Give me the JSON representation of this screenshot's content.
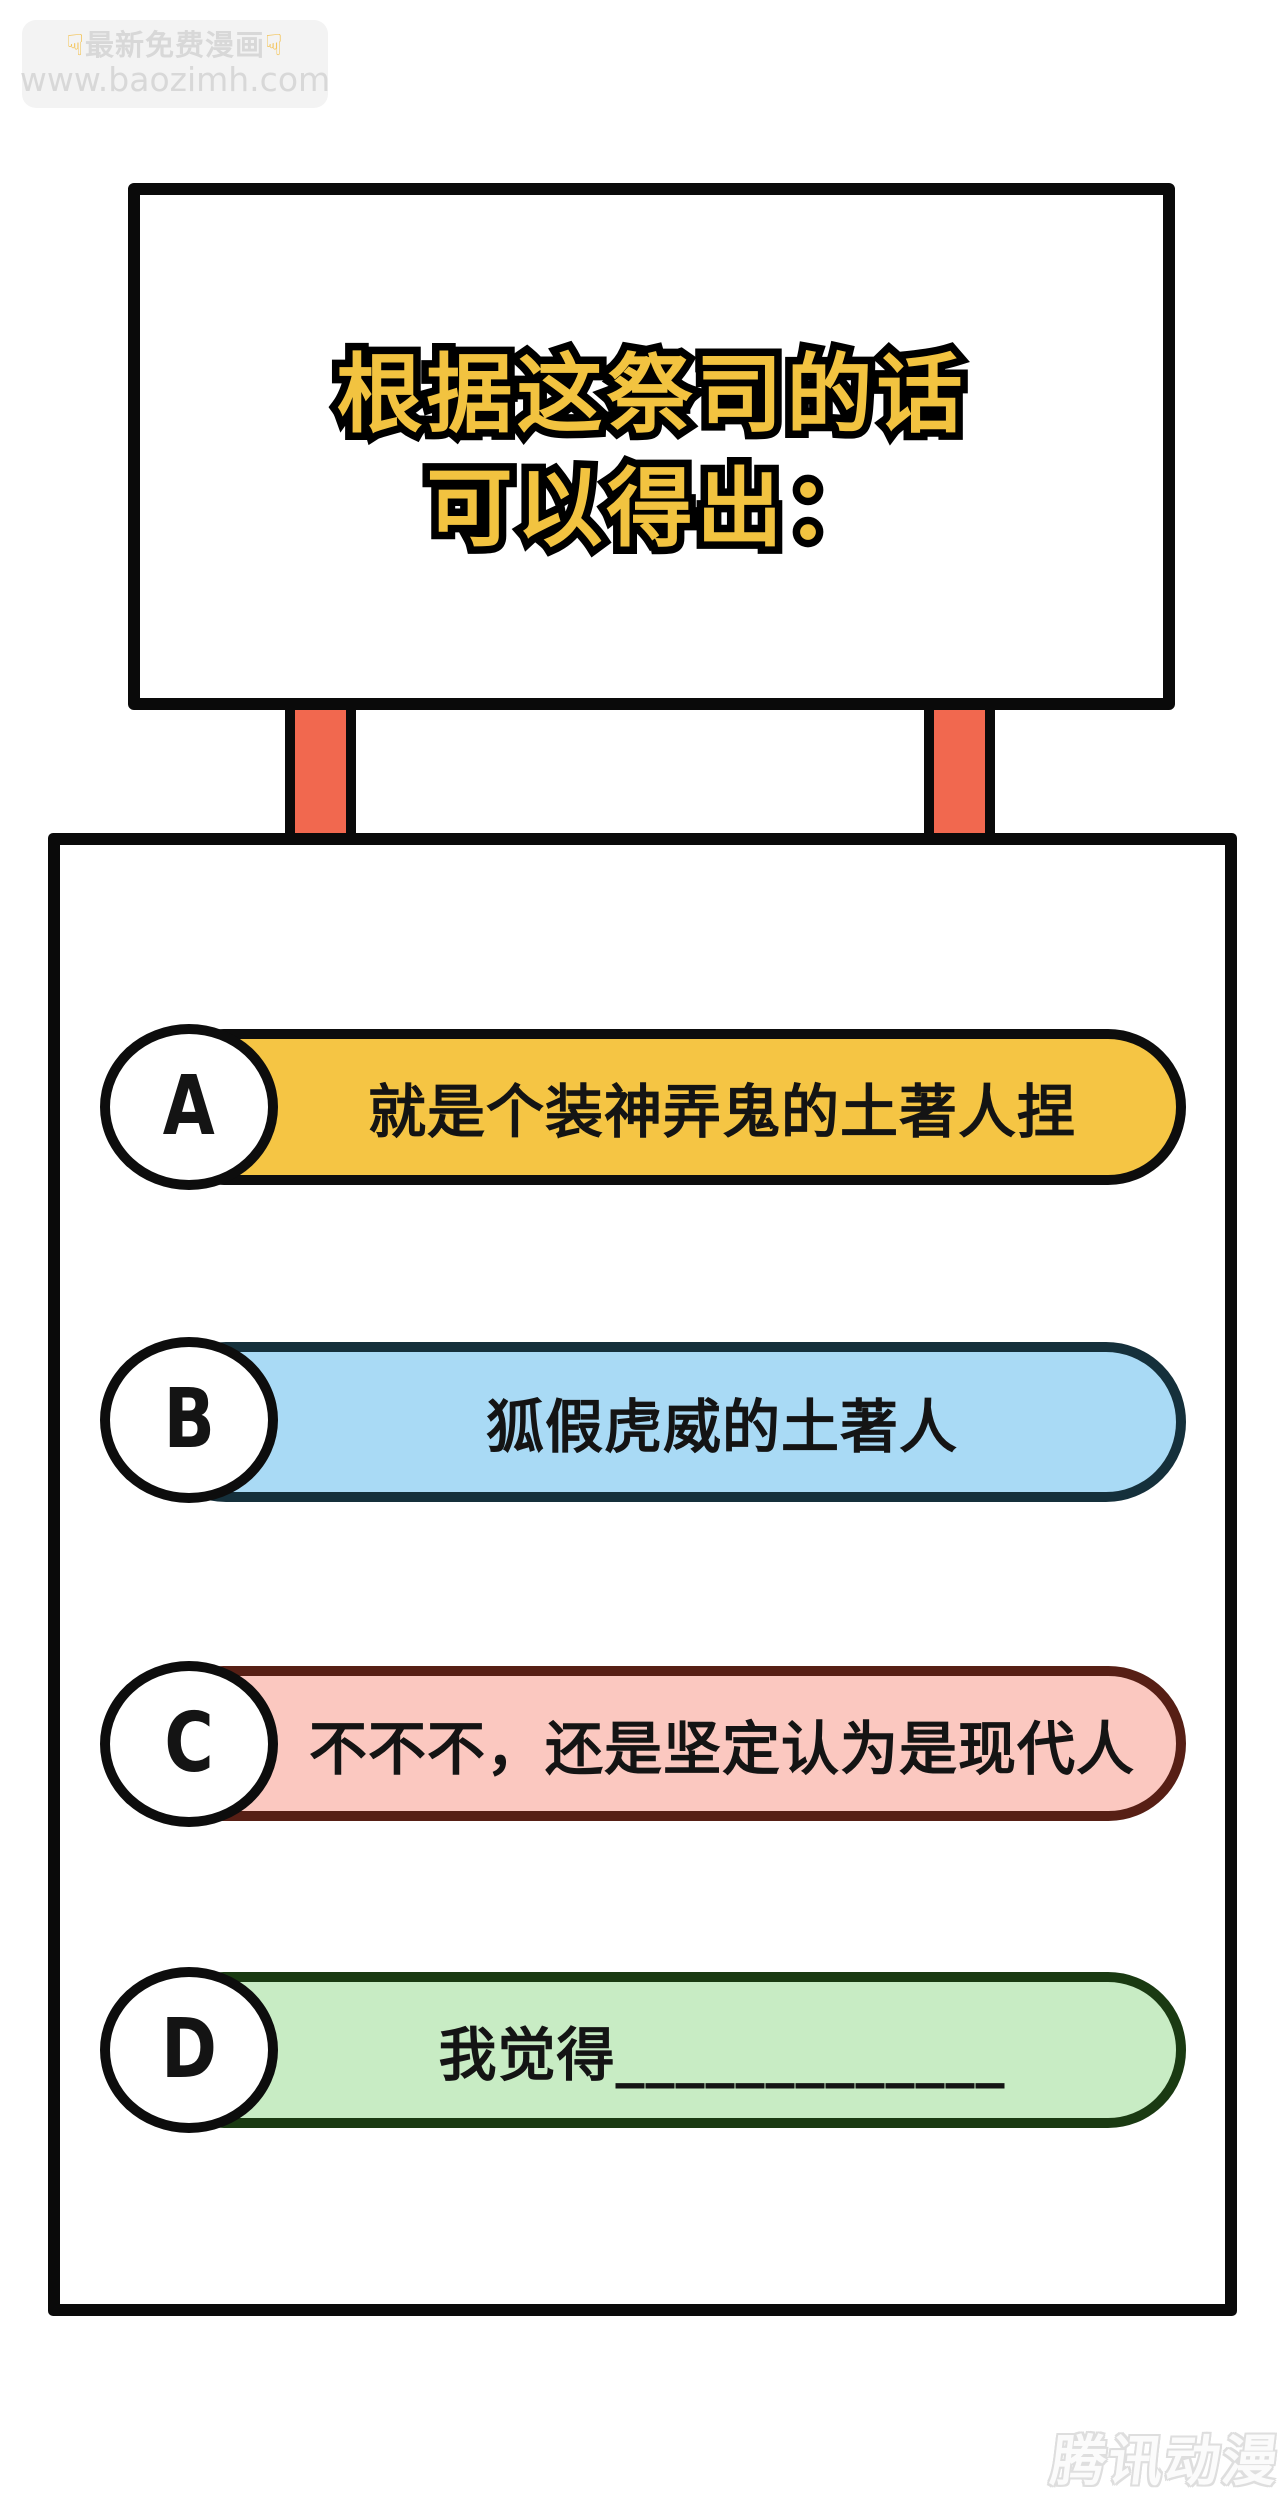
{
  "watermark_top": {
    "hand_icon": "☟",
    "line1": "最新免费漫画",
    "line2": "www.baozimh.com",
    "badge_bg": "#f3f3f3",
    "text_color": "#d8d8d8",
    "hand_color": "#f3bc3f"
  },
  "sign": {
    "line1": "根据这祭司的话",
    "line2": "可以得出：",
    "text_color": "#f2c340",
    "outline_color": "#000000",
    "post_color": "#f1684f"
  },
  "options": [
    {
      "letter": "A",
      "text": "就是个装神弄鬼的土著人捏",
      "bg": "#f5c544",
      "border": "#0d0d0d"
    },
    {
      "letter": "B",
      "text": "狐假虎威的土著人",
      "bg": "#a9daf5",
      "border": "#15303b"
    },
    {
      "letter": "C",
      "text": "不不不，还是坚定认为是现代人",
      "bg": "#fbc8c0",
      "border": "#571f15"
    },
    {
      "letter": "D",
      "text": "我觉得_____________",
      "bg": "#c8ecc4",
      "border": "#1a3a12"
    }
  ],
  "watermark_bottom": {
    "logo_text": "腾讯动漫"
  }
}
